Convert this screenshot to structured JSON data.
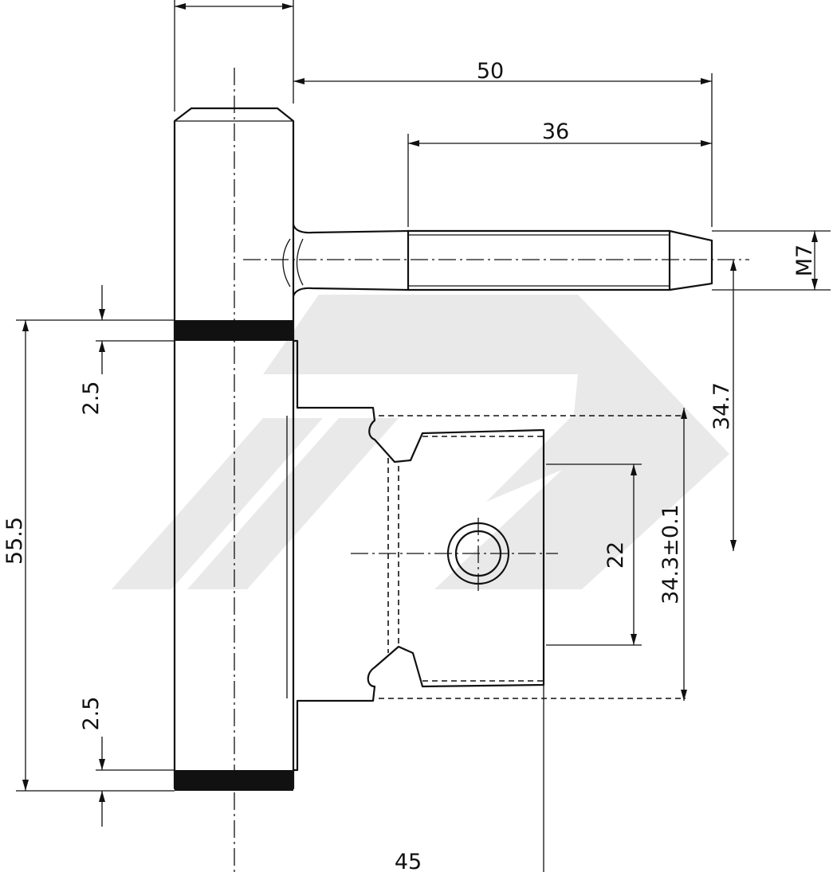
{
  "dimensions": {
    "d50": "50",
    "d36": "36",
    "m7": "M7",
    "d34_7": "34.7",
    "d2_5_top": "2.5",
    "d2_5_bottom": "2.5",
    "d55_5": "55.5",
    "d22": "22",
    "d34_3": "34.3±0.1",
    "d45": "45"
  }
}
